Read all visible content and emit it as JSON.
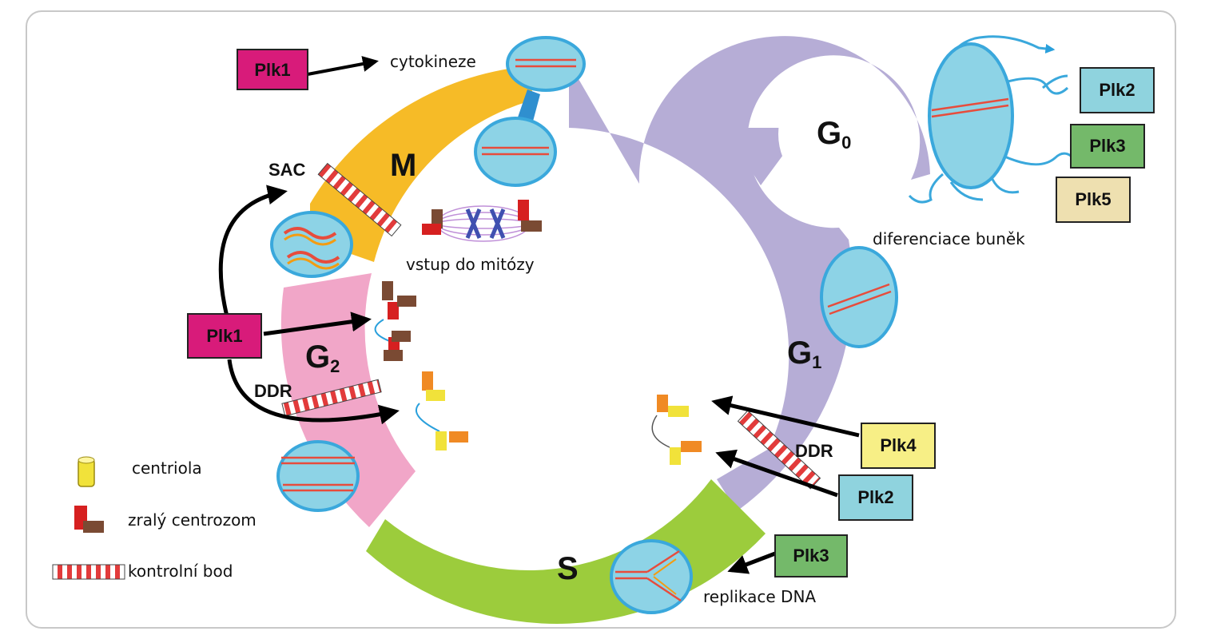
{
  "phases": {
    "m": "M",
    "g2": "G",
    "g2_sub": "2",
    "s": "S",
    "g1": "G",
    "g1_sub": "1",
    "g0": "G",
    "g0_sub": "0"
  },
  "checkpoints": {
    "sac": "SAC",
    "ddr_left": "DDR",
    "ddr_right": "DDR"
  },
  "kinases": {
    "plk1_top": "Plk1",
    "plk1_left": "Plk1",
    "plk2_top": "Plk2",
    "plk3_top": "Plk3",
    "plk5": "Plk5",
    "plk4": "Plk4",
    "plk2_bottom": "Plk2",
    "plk3_bottom": "Plk3"
  },
  "labels": {
    "cytokinesis": "cytokineze",
    "mitosis_entry": "vstup do mitózy",
    "differentiation": "diferenciace buněk",
    "dna_replication": "replikace DNA"
  },
  "legend": {
    "centriole": "centriola",
    "mature_centrosome": "zralý centrozom",
    "checkpoint": "kontrolní bod"
  },
  "colors": {
    "plk1": "#d81b7a",
    "plk2": "#8fd3de",
    "plk3": "#74b96a",
    "plk4": "#f7ef86",
    "plk5": "#eee0b0",
    "m_phase": "#f6bb27",
    "g2_phase": "#f1a6c8",
    "s_phase": "#9ccc3c",
    "g1_phase": "#b6add6",
    "cell": "#8dd3e6",
    "cell_border": "#3aa8dc"
  }
}
